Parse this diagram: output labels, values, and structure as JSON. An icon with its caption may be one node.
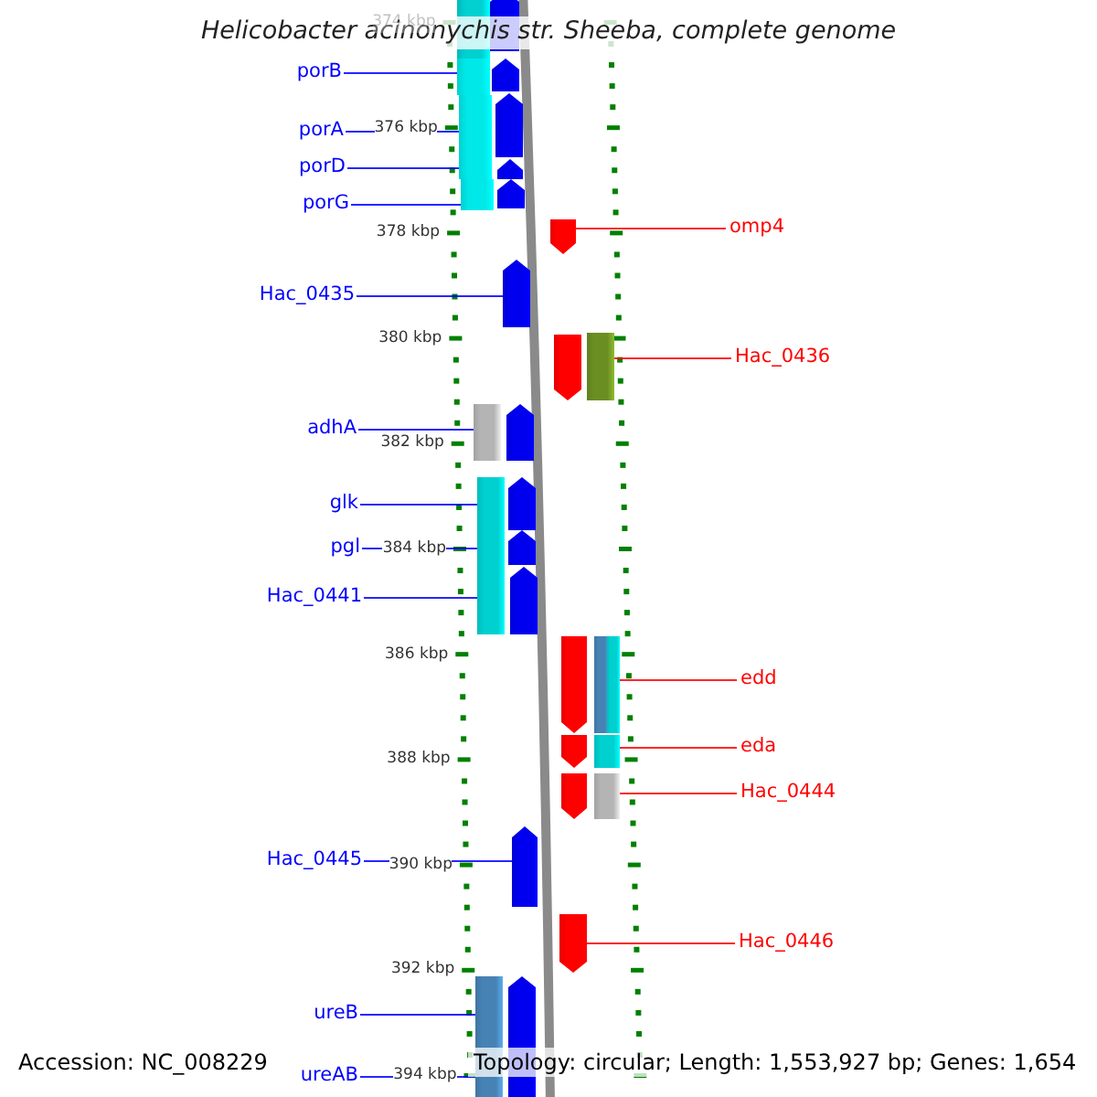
{
  "diagram": {
    "title": "Helicobacter acinonychis str. Sheeba, complete genome",
    "nodes": [
      {
        "text": [
          "porB"
        ]
      },
      {
        "text": [
          "porA"
        ]
      },
      {
        "text": [
          "porD"
        ]
      },
      {
        "text": [
          "porG"
        ]
      },
      {
        "text": [
          "omp4"
        ]
      },
      {
        "text": [
          "Hac_0435"
        ]
      },
      {
        "text": [
          "Hac_0436"
        ]
      },
      {
        "text": [
          "adhA"
        ]
      },
      {
        "text": [
          "glk"
        ]
      },
      {
        "text": [
          "pgl"
        ]
      },
      {
        "text": [
          "Hac_0441"
        ]
      },
      {
        "text": [
          "edd"
        ]
      },
      {
        "text": [
          "eda"
        ]
      },
      {
        "text": [
          "Hac_0444"
        ]
      },
      {
        "text": [
          "Hac_0445"
        ]
      },
      {
        "text": [
          "Hac_0446"
        ]
      },
      {
        "text": [
          "ureB"
        ]
      },
      {
        "text": [
          "ureAB"
        ]
      },
      {
        "text": [],
        "shape": "bar"
      },
      {
        "text": [],
        "shape": "bar"
      },
      {
        "text": [],
        "shape": "bar"
      },
      {
        "text": [],
        "shape": "bar"
      },
      {
        "text": [],
        "shape": "bar"
      },
      {
        "text": [],
        "shape": "bar"
      },
      {
        "text": [],
        "shape": "bar"
      },
      {
        "text": [],
        "shape": "bar"
      },
      {
        "text": [],
        "shape": "bar"
      },
      {
        "text": [],
        "shape": "bar"
      },
      {
        "text": [],
        "shape": "bar"
      },
      {
        "text": [],
        "shape": "bar"
      },
      {
        "text": [],
        "shape": "bar"
      },
      {
        "text": [],
        "shape": "bar"
      },
      {
        "text": [],
        "shape": "bar"
      },
      {
        "text": [],
        "shape": "bar"
      },
      {
        "text": [],
        "shape": "bar"
      },
      {
        "text": [],
        "shape": "bar"
      },
      {
        "text": [],
        "shape": "bar"
      }
    ],
    "edges": [
      {
        "from": 0,
        "to": 19,
        "arrow": "none"
      },
      {
        "from": 1,
        "to": 20,
        "arrow": "none"
      },
      {
        "from": 2,
        "to": 21,
        "arrow": "none"
      },
      {
        "from": 3,
        "to": 22,
        "arrow": "none"
      },
      {
        "from": 4,
        "to": 23,
        "arrow": "none",
        "color": "#ff0000"
      },
      {
        "from": 5,
        "to": 24,
        "arrow": "none"
      },
      {
        "from": 6,
        "to": 25,
        "arrow": "none",
        "color": "#ff0000"
      },
      {
        "from": 7,
        "to": 26,
        "arrow": "none"
      },
      {
        "from": 8,
        "to": 27,
        "arrow": "none"
      },
      {
        "from": 9,
        "to": 28,
        "arrow": "none"
      },
      {
        "from": 10,
        "to": 29,
        "arrow": "none"
      },
      {
        "from": 11,
        "to": 30,
        "arrow": "none",
        "color": "#ff0000"
      },
      {
        "from": 12,
        "to": 31,
        "arrow": "none",
        "color": "#ff0000"
      },
      {
        "from": 13,
        "to": 32,
        "arrow": "none",
        "color": "#ff0000"
      },
      {
        "from": 14,
        "to": 33,
        "arrow": "none"
      },
      {
        "from": 15,
        "to": 34,
        "arrow": "none",
        "color": "#ff0000"
      },
      {
        "from": 16,
        "to": 35,
        "arrow": "none"
      },
      {
        "from": 17,
        "to": 36,
        "arrow": "none"
      }
    ],
    "labels": [
      "374 kbp",
      "376 kbp",
      "378 kbp",
      "380 kbp",
      "382 kbp",
      "384 kbp",
      "386 kbp",
      "388 kbp",
      "390 kbp",
      "392 kbp",
      "394 kbp",
      "Accession: NC_008229",
      "Topology: circular; Length: 1,553,927 bp; Genes: 1,654"
    ]
  }
}
